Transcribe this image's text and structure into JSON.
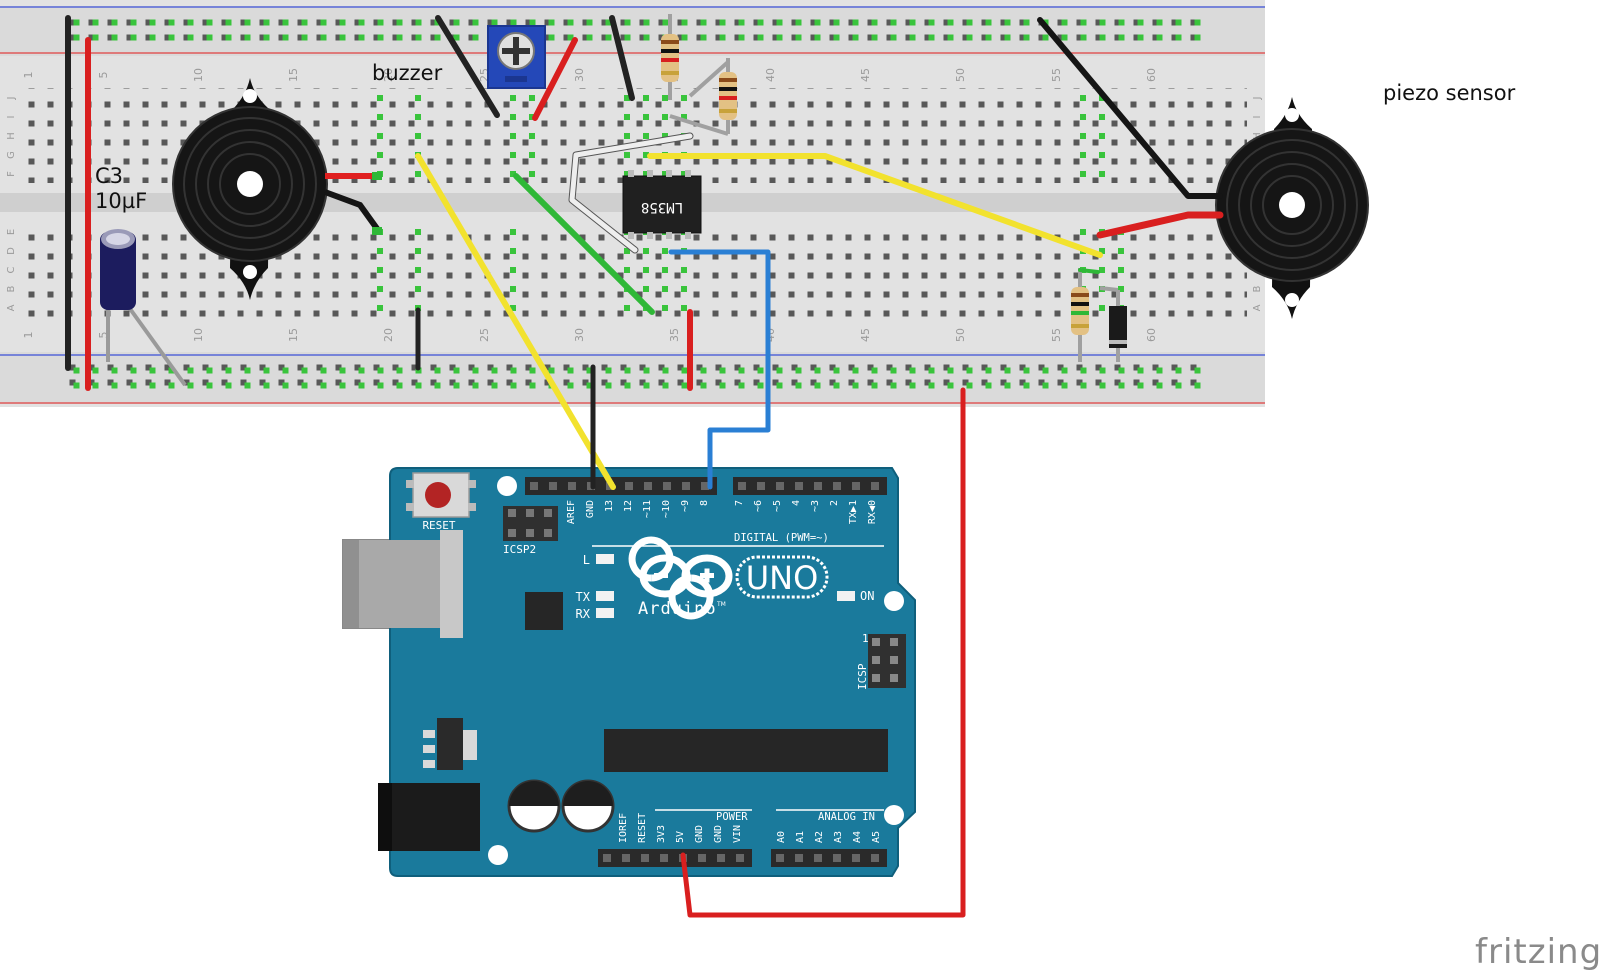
{
  "labels": {
    "buzzer": "buzzer",
    "piezo_sensor": "piezo sensor",
    "capacitor_ref": "C3",
    "capacitor_value": "10µF",
    "chip": "LM358",
    "watermark": "fritzing"
  },
  "breadboard": {
    "column_numbers": [
      "1",
      "5",
      "10",
      "15",
      "20",
      "25",
      "30",
      "35",
      "40",
      "45",
      "50",
      "55",
      "60"
    ],
    "row_letters_top": [
      "J",
      "I",
      "H",
      "G",
      "F"
    ],
    "row_letters_bottom": [
      "E",
      "D",
      "C",
      "B",
      "A"
    ]
  },
  "arduino": {
    "reset": "RESET",
    "icsp2": "ICSP2",
    "icsp": "ICSP",
    "icsp_pin1": "1",
    "led_l": "L",
    "led_tx": "TX",
    "led_rx": "RX",
    "on": "ON",
    "logo": "UNO",
    "brand": "Arduino",
    "tm": "TM",
    "digital_title": "DIGITAL (PWM=~)",
    "power_title": "POWER",
    "analog_title": "ANALOG IN",
    "digital_pins": [
      "AREF",
      "GND",
      "13",
      "12",
      "~11",
      "~10",
      "~9",
      "8",
      "7",
      "~6",
      "~5",
      "4",
      "~3",
      "2",
      "TX▶1",
      "RX◀0"
    ],
    "power_pins": [
      "IOREF",
      "RESET",
      "3V3",
      "5V",
      "GND",
      "GND",
      "VIN"
    ],
    "analog_pins": [
      "A0",
      "A1",
      "A2",
      "A3",
      "A4",
      "A5"
    ]
  },
  "colors": {
    "board": "#1a7a9c",
    "wire_red": "#d91f1f",
    "wire_black": "#222222",
    "wire_yellow": "#f2e22e",
    "wire_green": "#2fb837",
    "wire_blue": "#2a7fd4",
    "wire_white": "#eeeeee",
    "wire_grey": "#9a9a9a"
  }
}
